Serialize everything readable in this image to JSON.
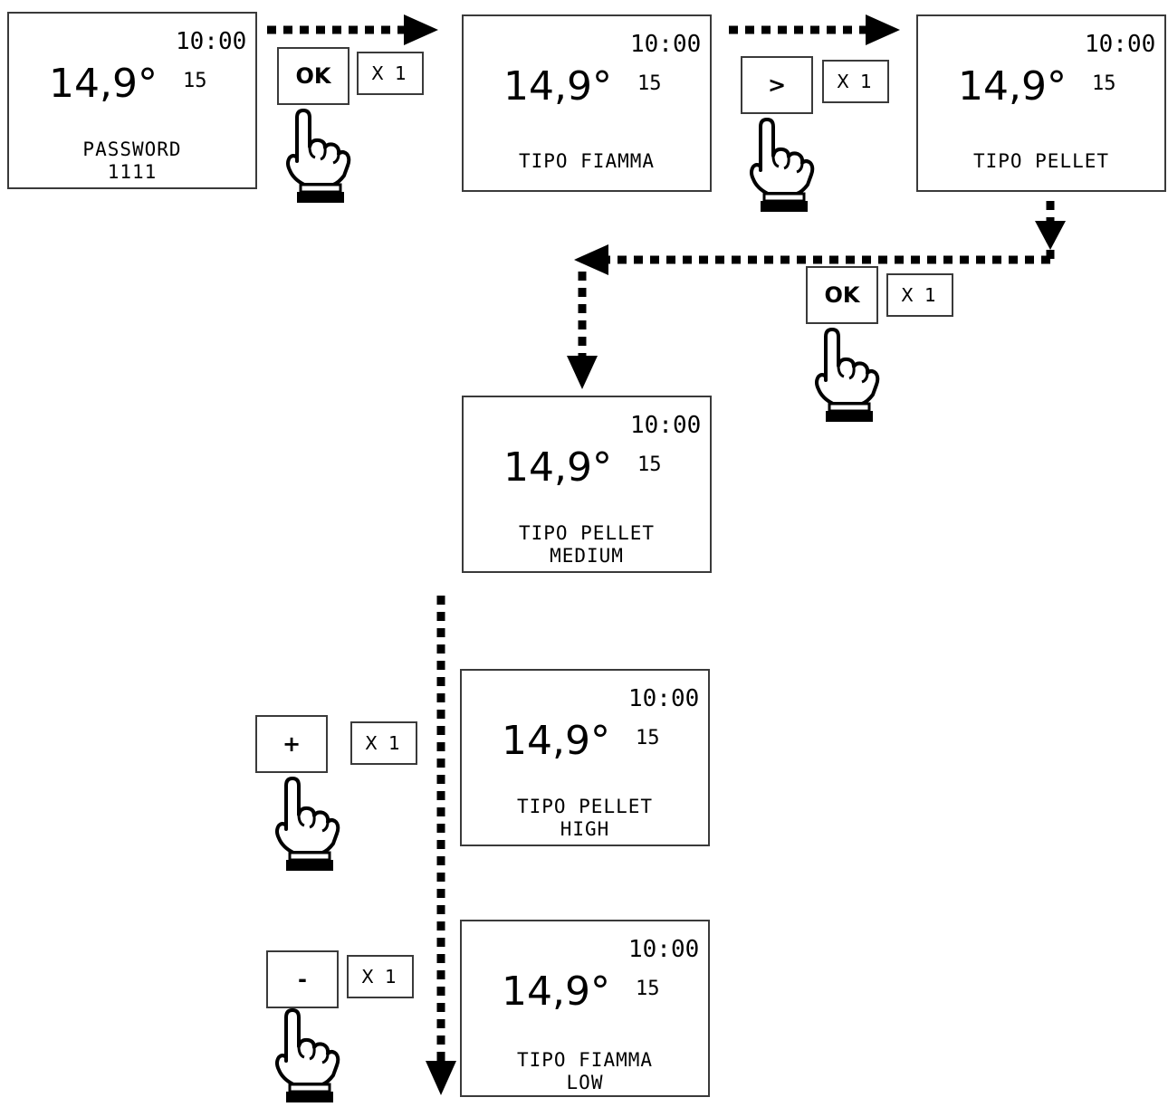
{
  "display": {
    "clock": "10:00",
    "temperature": "14,9°",
    "setpoint": "15"
  },
  "screens": [
    {
      "id": "s1",
      "lines": [
        "PASSWORD",
        "1111"
      ]
    },
    {
      "id": "s2",
      "lines": [
        "TIPO FIAMMA"
      ]
    },
    {
      "id": "s3",
      "lines": [
        "TIPO PELLET"
      ]
    },
    {
      "id": "s4",
      "lines": [
        "TIPO PELLET",
        "MEDIUM"
      ]
    },
    {
      "id": "s5",
      "lines": [
        "TIPO PELLET",
        "HIGH"
      ]
    },
    {
      "id": "s6",
      "lines": [
        "TIPO FIAMMA",
        "LOW"
      ]
    }
  ],
  "steps": [
    {
      "key": "OK",
      "repeat": "X 1"
    },
    {
      "key": ">",
      "repeat": "X 1"
    },
    {
      "key": "OK",
      "repeat": "X 1"
    },
    {
      "key": "+",
      "repeat": "X 1"
    },
    {
      "key": "-",
      "repeat": "X 1"
    }
  ],
  "icons": {
    "press": "pointing-hand-icon",
    "flow": "dotted-arrow"
  }
}
